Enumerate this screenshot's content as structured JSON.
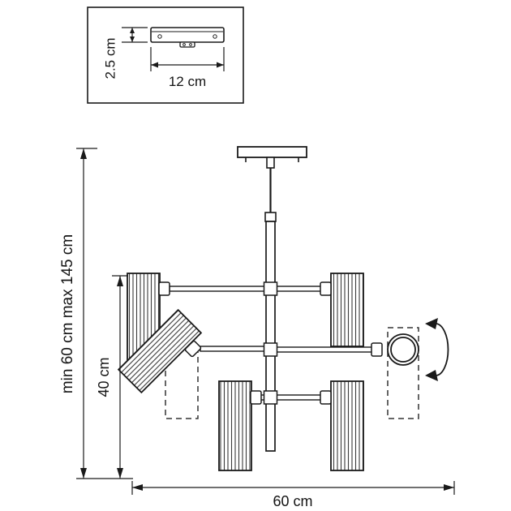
{
  "inset": {
    "height_label": "2.5 cm",
    "width_label": "12 cm"
  },
  "dimensions": {
    "overall_height_label": "min 60 cm max 145 cm",
    "body_height_label": "40 cm",
    "width_label": "60 cm"
  },
  "colors": {
    "line": "#1a1a1a",
    "background": "#ffffff"
  }
}
